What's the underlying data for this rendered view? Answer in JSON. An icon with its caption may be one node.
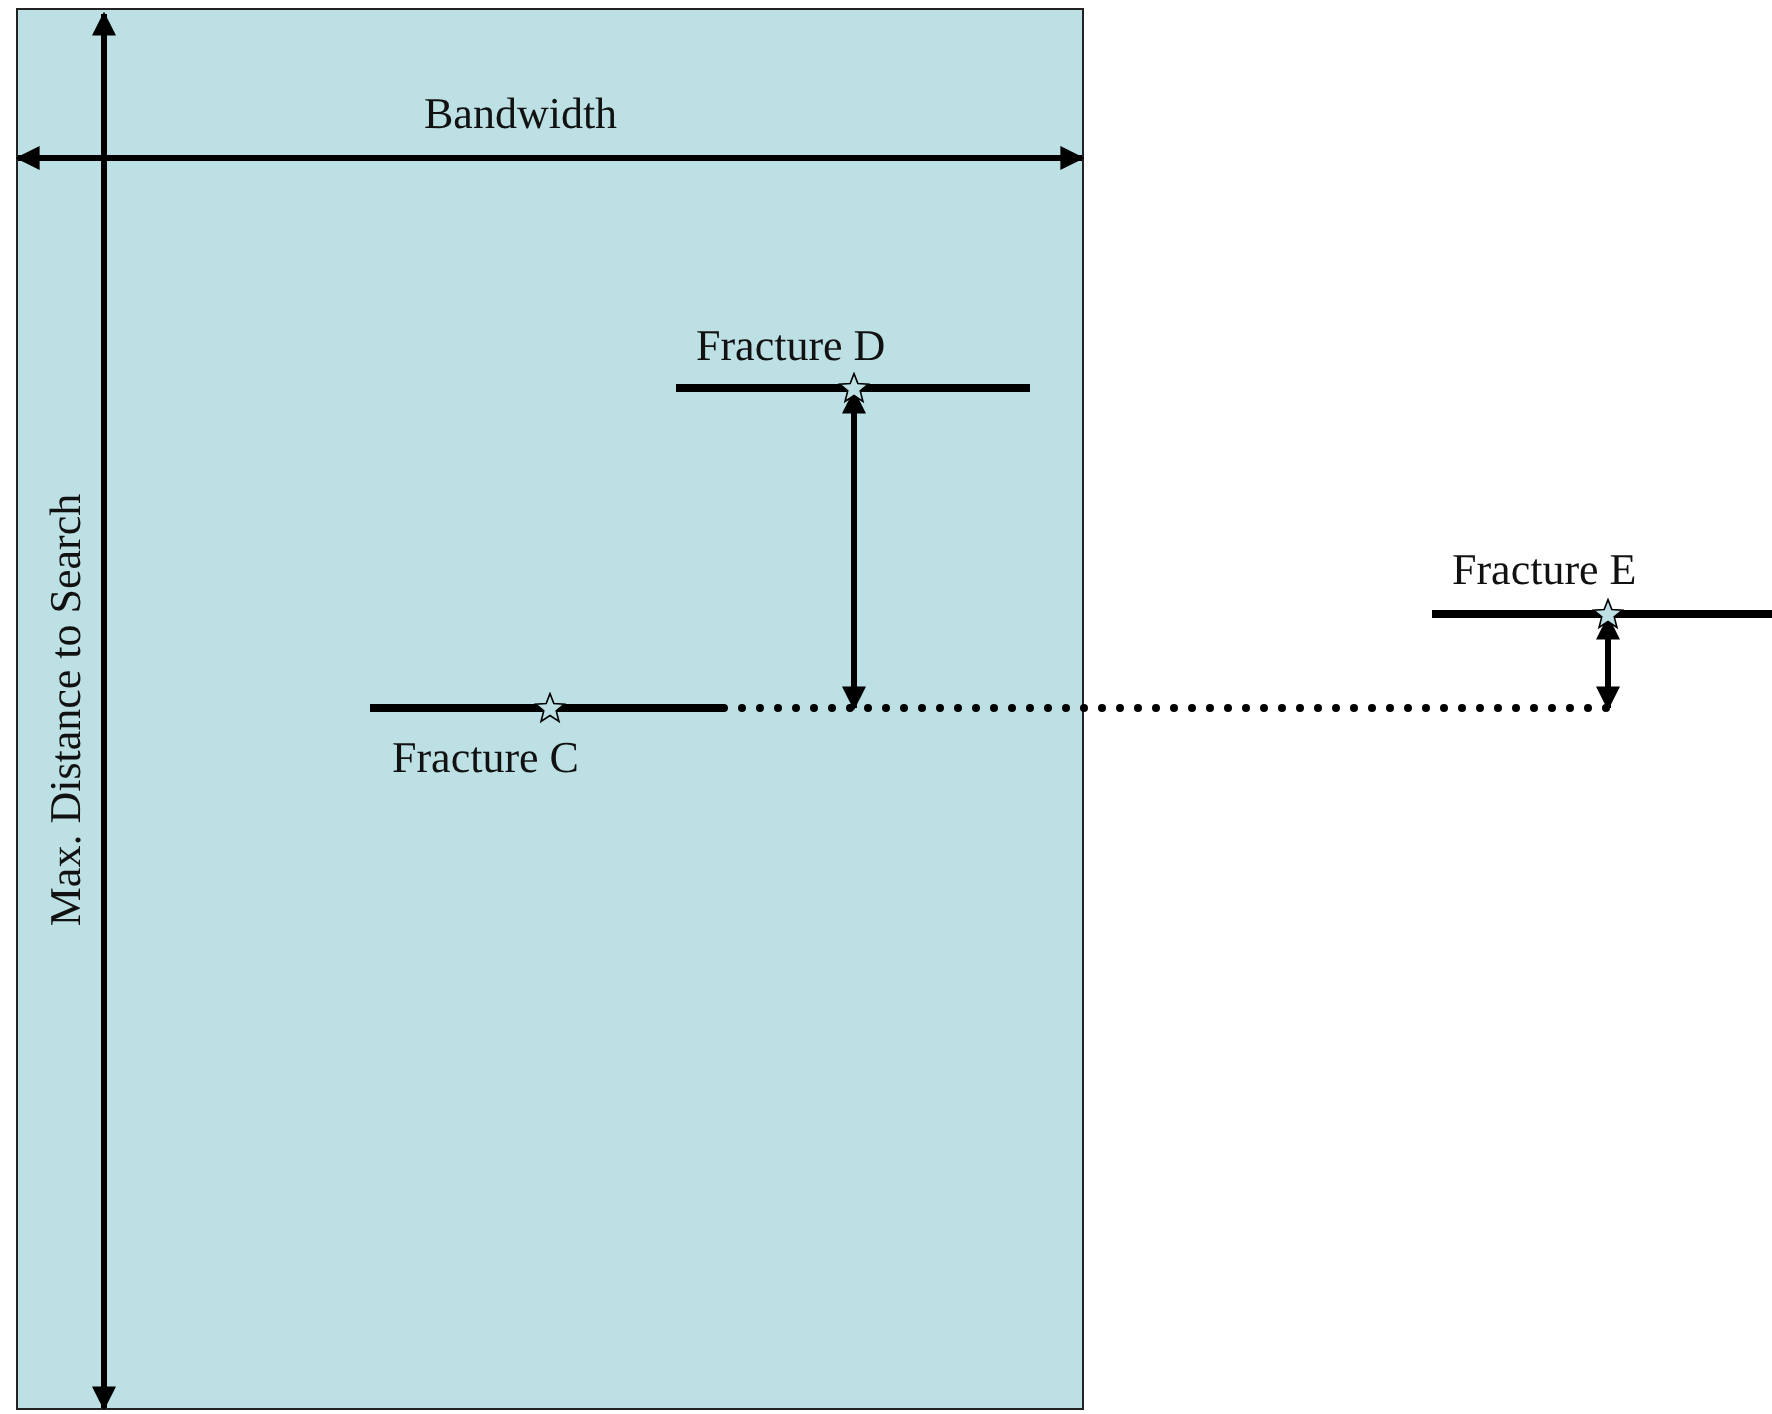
{
  "diagram": {
    "nodes": [
      {
        "text": [
          "Fracture D"
        ]
      },
      {
        "text": [
          "Fracture C"
        ]
      },
      {
        "text": [
          "Fracture E"
        ]
      }
    ],
    "edges": [
      {
        "from": 1,
        "to": null,
        "arrow": "none",
        "style": "dashed"
      },
      {
        "from": null,
        "to": 0,
        "arrow": "both"
      },
      {
        "from": null,
        "to": 2,
        "arrow": "both"
      }
    ],
    "labels": [
      "Bandwidth",
      "Max. Distance to Search"
    ]
  }
}
